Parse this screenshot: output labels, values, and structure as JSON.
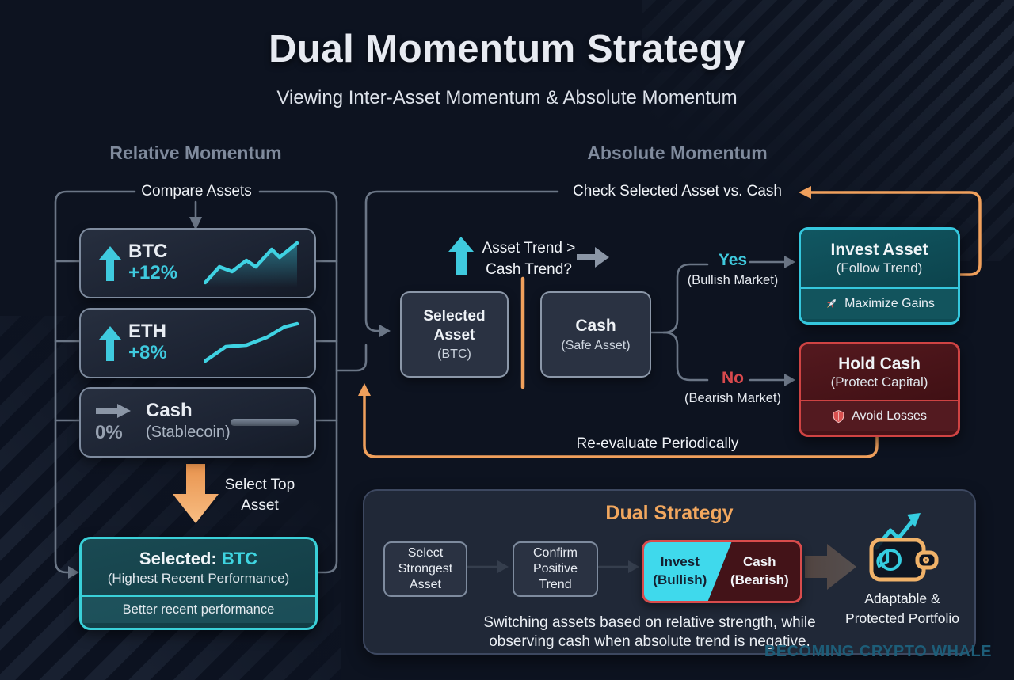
{
  "page": {
    "title": "Dual Momentum Strategy",
    "subtitle": "Viewing Inter-Asset Momentum & Absolute Momentum",
    "watermark": "BECOMING CRYPTO WHALE"
  },
  "colors": {
    "background": "#0d1320",
    "accent_cyan": "#3fcade",
    "accent_orange": "#f0a05c",
    "accent_red": "#d8494d",
    "connector_gray": "#6b7686",
    "teal_border": "#35c7dd",
    "red_border": "#cf4343"
  },
  "icons": {
    "btc_trend": "up-arrow",
    "eth_trend": "up-arrow",
    "cash_trend": "right-arrow",
    "invest_footer": "rocket",
    "hold_footer": "shield",
    "outcome": "wallet-with-chart"
  },
  "relative": {
    "header": "Relative Momentum",
    "compare_label": "Compare Assets",
    "assets": [
      {
        "name": "BTC",
        "change": "+12%",
        "trend": "up"
      },
      {
        "name": "ETH",
        "change": "+8%",
        "trend": "up"
      },
      {
        "name": "Cash",
        "change": "0%",
        "trend": "flat",
        "sub": "(Stablecoin)"
      }
    ],
    "select_label_line1": "Select Top",
    "select_label_line2": "Asset",
    "selected": {
      "prefix": "Selected: ",
      "asset": "BTC",
      "sub": "(Highest Recent Performance)",
      "footer": "Better recent performance"
    }
  },
  "absolute": {
    "header": "Absolute Momentum",
    "check_label": "Check Selected Asset vs. Cash",
    "question_line1": "Asset Trend >",
    "question_line2": "Cash Trend?",
    "selected_asset": {
      "title": "Selected Asset",
      "sub": "(BTC)"
    },
    "cash": {
      "title": "Cash",
      "sub": "(Safe Asset)"
    },
    "yes": {
      "label": "Yes",
      "sub": "(Bullish Market)"
    },
    "no": {
      "label": "No",
      "sub": "(Bearish Market)"
    },
    "invest": {
      "title": "Invest Asset",
      "sub": "(Follow Trend)",
      "footer": "Maximize Gains"
    },
    "hold": {
      "title": "Hold Cash",
      "sub": "(Protect Capital)",
      "footer": "Avoid Losses"
    },
    "reevaluate_label": "Re-evaluate Periodically"
  },
  "dual": {
    "title": "Dual Strategy",
    "steps": [
      "Select Strongest Asset",
      "Confirm Positive Trend"
    ],
    "split": {
      "left_line1": "Invest",
      "left_line2": "(Bullish)",
      "right_line1": "Cash",
      "right_line2": "(Bearish)"
    },
    "outcome": {
      "line1": "Adaptable &",
      "line2": "Protected Portfolio"
    },
    "caption_line1": "Switching assets based on relative strength, while",
    "caption_line2": "observing cash when absolute trend is negative."
  }
}
